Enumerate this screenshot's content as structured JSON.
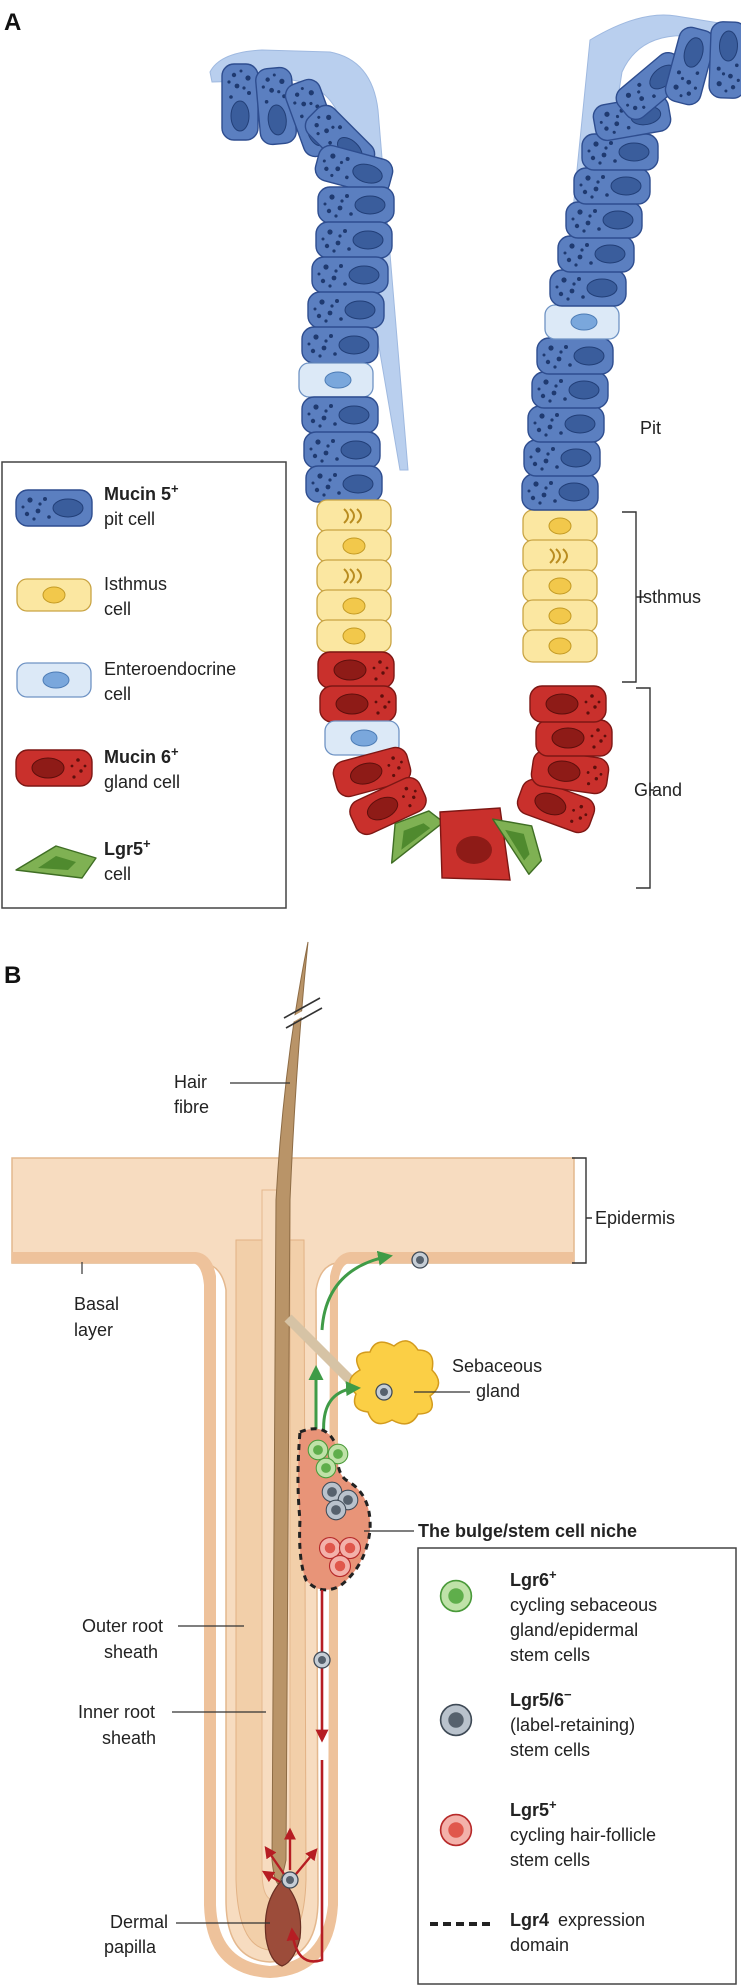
{
  "panel_a": {
    "label": "A",
    "region_labels": {
      "pit": "Pit",
      "isthmus": "Isthmus",
      "gland": "Gland"
    },
    "legend": {
      "mucin5_name": "Mucin 5",
      "mucin5_sup": "+",
      "mucin5_desc": "pit cell",
      "isthmus_line1": "Isthmus",
      "isthmus_line2": "cell",
      "entero_line1": "Enteroendocrine",
      "entero_line2": "cell",
      "mucin6_name": "Mucin 6",
      "mucin6_sup": "+",
      "mucin6_desc": "gland cell",
      "lgr5_name": "Lgr5",
      "lgr5_sup": "+",
      "lgr5_desc": "cell"
    }
  },
  "panel_b": {
    "label": "B",
    "labels": {
      "hair_line1": "Hair",
      "hair_line2": "fibre",
      "epidermis": "Epidermis",
      "basal_line1": "Basal",
      "basal_line2": "layer",
      "sebaceous_line1": "Sebaceous",
      "sebaceous_line2": "gland",
      "bulge": "The bulge/stem cell niche",
      "ors_line1": "Outer root",
      "ors_line2": "sheath",
      "irs_line1": "Inner root",
      "irs_line2": "sheath",
      "dermal_line1": "Dermal",
      "dermal_line2": "papilla"
    },
    "legend": {
      "lgr6_name": "Lgr6",
      "lgr6_sup": "+",
      "lgr6_line1": "cycling sebaceous",
      "lgr6_line2": "gland/epidermal",
      "lgr6_line3": "stem cells",
      "lgr56_name": "Lgr5/6",
      "lgr56_sup": "−",
      "lgr56_line1": "(label-retaining)",
      "lgr56_line2": "stem cells",
      "lgr5_name": "Lgr5",
      "lgr5_sup": "+",
      "lgr5_line1": "cycling hair-follicle",
      "lgr5_line2": "stem cells",
      "lgr4_name": "Lgr4",
      "lgr4_line1": "expression",
      "lgr4_line2": "domain"
    }
  },
  "colors": {
    "pit_blue": "#5b7fc0",
    "pit_blue_dark": "#2e4d8f",
    "mucus_light": "#b9cfee",
    "isthmus_yellow": "#fbe7a1",
    "isthmus_nucleus": "#f2c84b",
    "entero_light": "#dce9f7",
    "entero_nucleus": "#7aa7dc",
    "gland_red": "#c9302c",
    "gland_dark": "#8e1b17",
    "lgr5_green": "#7fb153",
    "skin_peach": "#f7dcc0",
    "skin_deep": "#eec29b",
    "hair_brown": "#b99468",
    "gland_yellow": "#fbcf45",
    "arrow_green": "#3f9b47",
    "arrow_red": "#b61d23",
    "papilla": "#9c4c3a"
  }
}
